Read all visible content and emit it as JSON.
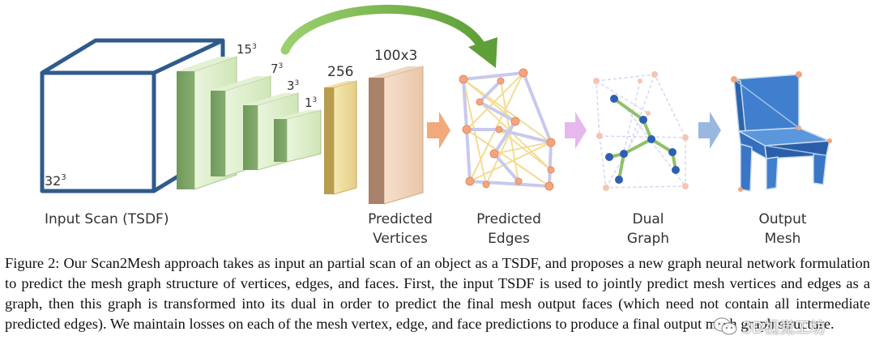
{
  "figure": {
    "input": {
      "size_label": "32",
      "size_exp": "3",
      "caption": "Input Scan (TSDF)"
    },
    "encoder_layers": [
      {
        "label": "15",
        "exp": "3"
      },
      {
        "label": "7",
        "exp": "3"
      },
      {
        "label": "3",
        "exp": "3"
      },
      {
        "label": "1",
        "exp": "3"
      }
    ],
    "feature_label": "256",
    "vertex_output_label": "100x3",
    "stages": {
      "vertices": [
        "Predicted",
        "Vertices"
      ],
      "edges": [
        "Predicted",
        "Edges"
      ],
      "dual": [
        "Dual",
        "Graph"
      ],
      "mesh": [
        "Output",
        "Mesh"
      ]
    },
    "colors": {
      "scan_box": "#2f5b8c",
      "encoder": "#b8d59e",
      "feature": "#dcc478",
      "vertex_bar": "#b8907a",
      "arrow_orange": "#f2a97b",
      "arrow_purple": "#e6b8ee",
      "arrow_blue": "#9ab7e0",
      "curve_arrow": "#7bb84c",
      "mesh_blue": "#3d7cc9"
    }
  },
  "caption": {
    "text": "Figure 2: Our Scan2Mesh approach takes as input an partial scan of an object as a TSDF, and proposes a new graph neural network formulation to predict the mesh graph structure of vertices, edges, and faces. First, the input TSDF is used to jointly predict mesh vertices and edges as a graph, then this graph is transformed into its dual in order to predict the final mesh output faces (which need not contain all intermediate predicted edges). We maintain losses on each of the mesh vertex, edge, and face predictions to produce a final output mesh graph structure."
  },
  "watermark": {
    "text": "3D视觉工坊"
  }
}
